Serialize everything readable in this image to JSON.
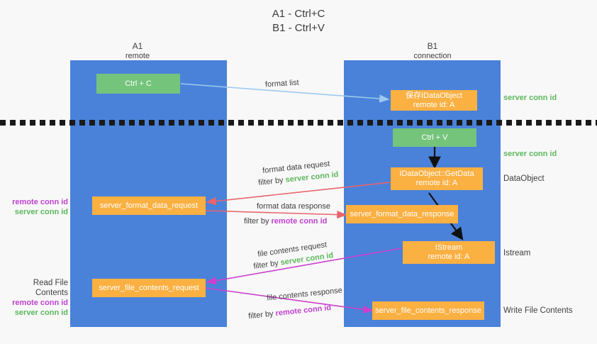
{
  "title": {
    "line1": "A1 - Ctrl+C",
    "line2": "B1 - Ctrl+V"
  },
  "colors": {
    "lane": "#4a82da",
    "green_box": "#74c47c",
    "orange_box": "#fbb042",
    "server_conn_id": "#5cb85c",
    "remote_conn_id": "#c040d0",
    "arrow_blue": "#9ec9ee",
    "arrow_red": "#e8646a",
    "arrow_magenta": "#cc3fcc",
    "arrow_black": "#111111",
    "background": "#f8f8f8"
  },
  "columns": [
    {
      "name": "A1",
      "sub": "remote"
    },
    {
      "name": "B1",
      "sub": "connection"
    }
  ],
  "boxes": {
    "ctrl_c": "Ctrl + C",
    "ctrl_v": "Ctrl + V",
    "save_idataobject_l1": "保存IDataObject",
    "save_idataobject_l2": "remote id: A",
    "getdata_l1": "IDataObject::GetData",
    "getdata_l2": "remote id: A",
    "istream_l1": "IStream",
    "istream_l2": "remote id: A",
    "server_format_data_request": "server_format_data_request",
    "server_format_data_response": "server_format_data_response",
    "server_file_contents_request": "server_file_contents_request",
    "server_file_contents_response": "server_file_contents_response"
  },
  "right_notes": {
    "server_conn_id_top": "server conn id",
    "server_conn_id_mid": "server conn id",
    "dataobject": "DataObject",
    "istream": "Istream",
    "write_file_contents": "Write File Contents"
  },
  "left_notes": {
    "format_remote": "remote conn id",
    "format_server": "server conn id",
    "read_file_contents": "Read File Contents",
    "file_remote": "remote conn id",
    "file_server": "server conn id"
  },
  "arrow_labels": {
    "format_list": "format list",
    "format_data_request": "format data request",
    "format_data_request_filter_prefix": "filter by ",
    "format_data_request_filter_value": "server conn id",
    "format_data_response": "format data response",
    "format_data_response_filter_prefix": "filter by ",
    "format_data_response_filter_value": "remote conn id",
    "file_contents_request": "file contents request",
    "file_contents_request_filter_prefix": "filter by ",
    "file_contents_request_filter_value": "server conn id",
    "file_contents_response": "file contents response",
    "file_contents_response_filter_prefix": "filter by ",
    "file_contents_response_filter_value": "remote conn id"
  }
}
